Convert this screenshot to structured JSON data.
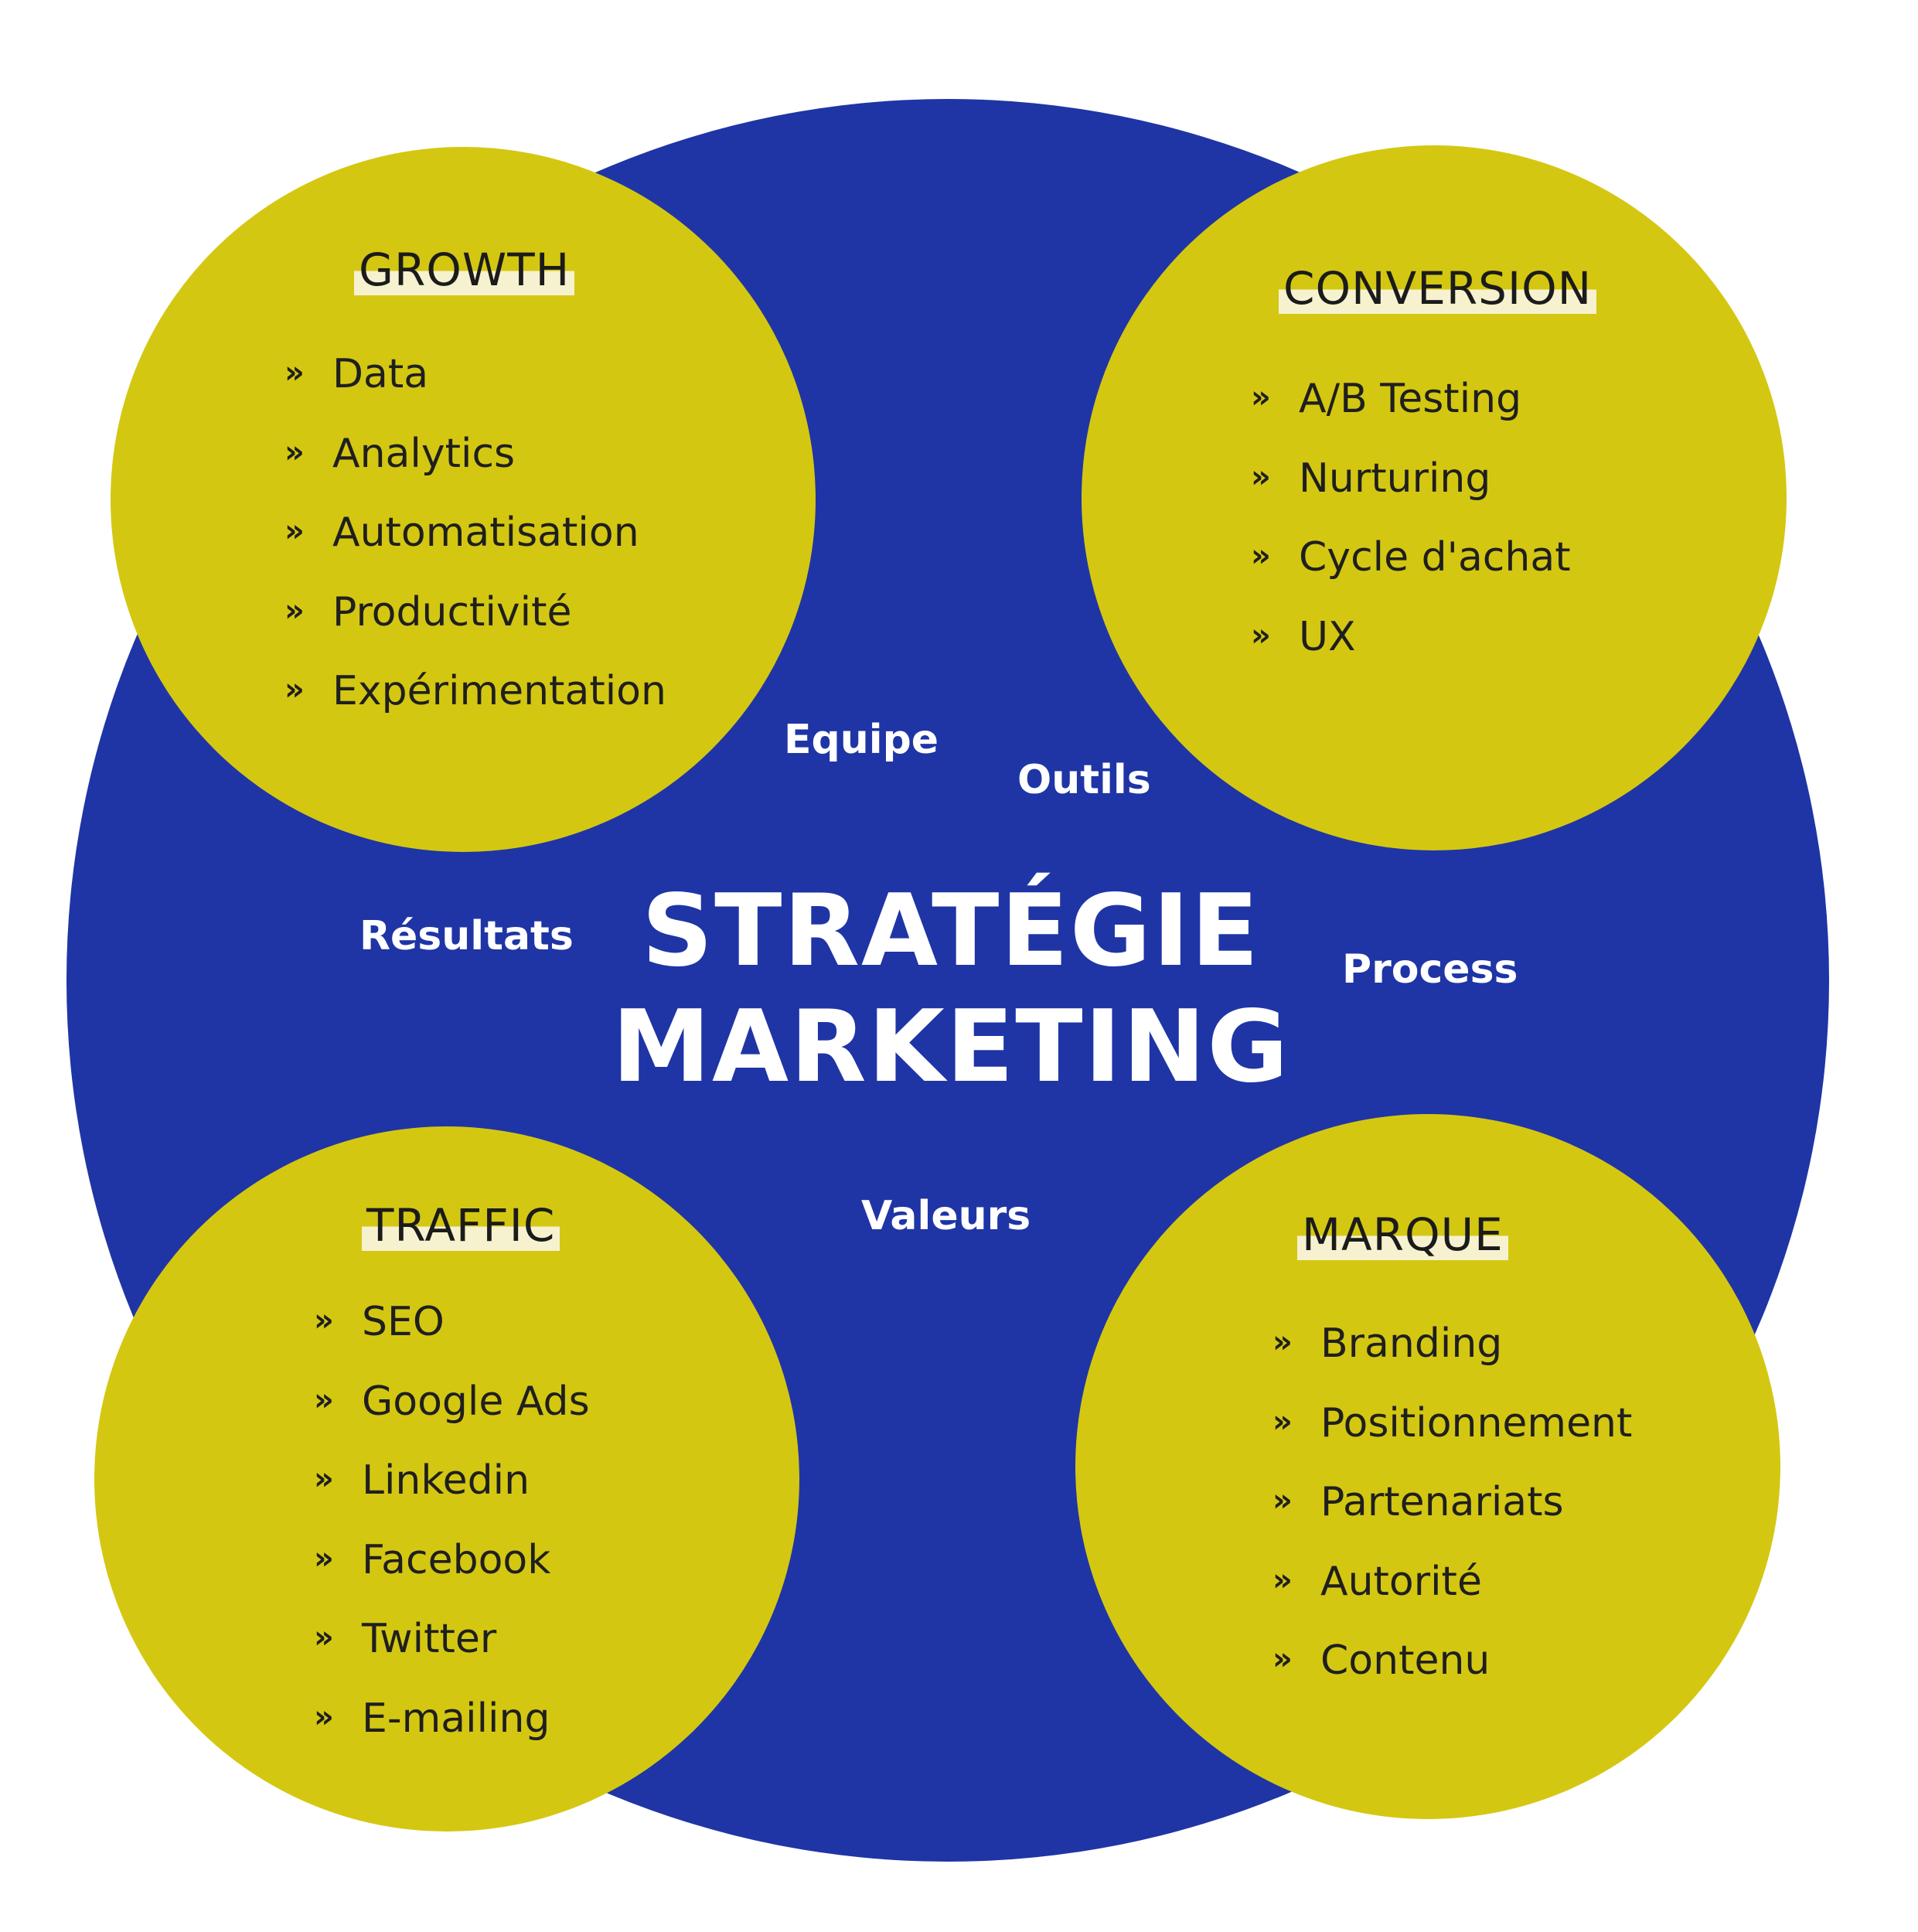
{
  "center": {
    "line1": "STRATÉGIE",
    "line2": "MARKETING"
  },
  "words": {
    "equipe": "Equipe",
    "outils": "Outils",
    "resultats": "Résultats",
    "process": "Process",
    "valeurs": "Valeurs"
  },
  "bullet_icon": "chevron-double-right-icon",
  "bullet_glyph": "»",
  "growth": {
    "title": "GROWTH",
    "items": [
      "Data",
      "Analytics",
      "Automatisation",
      "Productivité",
      "Expérimentation"
    ]
  },
  "conversion": {
    "title": "CONVERSION",
    "items": [
      "A/B Testing",
      "Nurturing",
      "Cycle d'achat",
      "UX"
    ]
  },
  "traffic": {
    "title": "TRAFFIC",
    "items": [
      "SEO",
      "Google Ads",
      "Linkedin",
      "Facebook",
      "Twitter",
      "E-mailing"
    ]
  },
  "marque": {
    "title": "MARQUE",
    "items": [
      "Branding",
      "Positionnement",
      "Partenariats",
      "Autorité",
      "Contenu"
    ]
  },
  "colors": {
    "blue": "#1f35a5",
    "yellow": "#d4c712",
    "highlight": "#f6f2cf",
    "text_dark": "#1f1f1f",
    "text_light": "#ffffff"
  }
}
